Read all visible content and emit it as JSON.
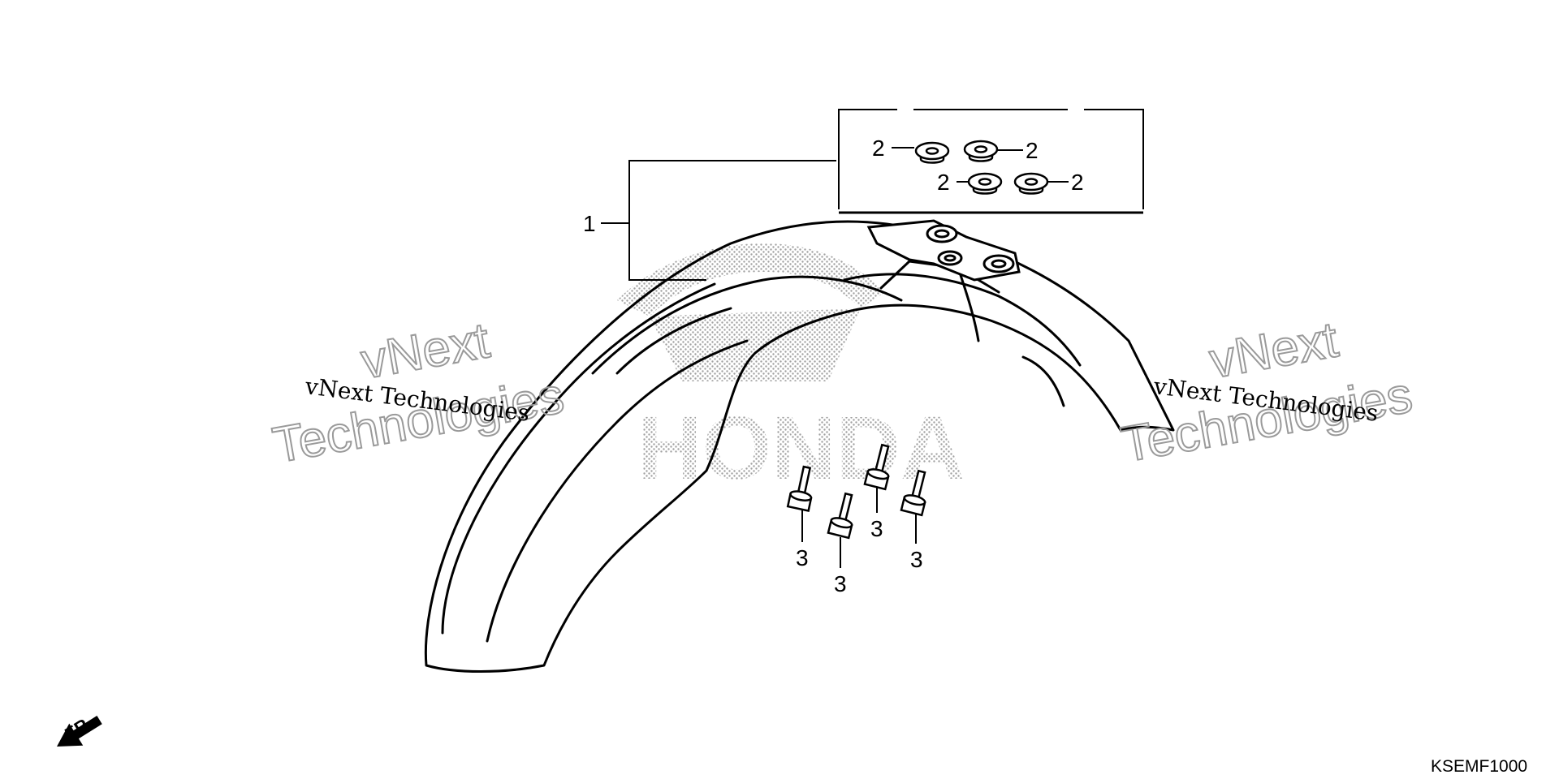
{
  "diagram": {
    "doc_code": "KSEMF1000",
    "direction_label": "FR.",
    "background_logo": "HONDA",
    "callouts": {
      "fender": "1",
      "nut_a": "2",
      "nut_b": "2",
      "nut_c": "2",
      "nut_d": "2",
      "bolt_a": "3",
      "bolt_b": "3",
      "bolt_c": "3",
      "bolt_d": "3"
    },
    "watermarks": [
      {
        "line1": "vNext",
        "line2": "Technologies",
        "caption": "vNext Technologies"
      },
      {
        "line1": "vNext",
        "line2": "Technologies",
        "caption": "vNext Technologies"
      }
    ]
  }
}
